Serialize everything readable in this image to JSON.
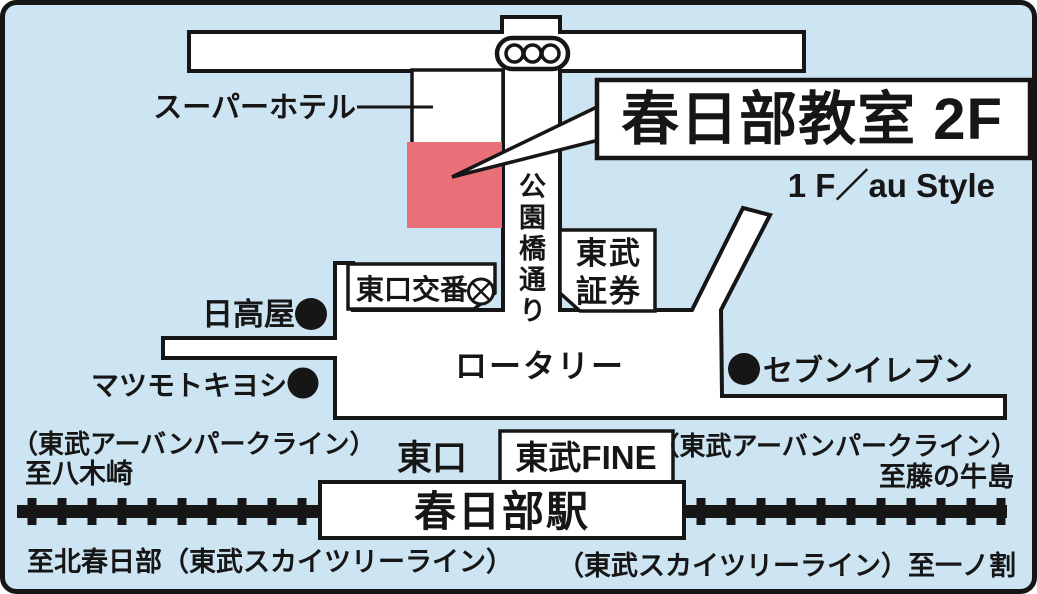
{
  "colors": {
    "background": "#cde4f2",
    "road_fill": "#ffffff",
    "line": "#161616",
    "highlight_red": "#e96f79",
    "classroom_blue": "#1a67b1"
  },
  "destination": {
    "name": "春日部教室 2F",
    "floor_note": "1 F／au Style"
  },
  "landmarks": {
    "super_hotel": "スーパーホテル",
    "police_box": "東口交番",
    "hidakaya": "日高屋",
    "matsumoto_kiyoshi": "マツモトキヨシ",
    "seven_eleven": "セブンイレブン",
    "tobu_securities_top": "東武",
    "tobu_securities_bottom": "証券",
    "tobu_fine": "東武FINE",
    "station": "春日部駅"
  },
  "streets": {
    "park_bridge_street": "公園橋通り",
    "rotary": "ロータリー",
    "east_exit": "東口"
  },
  "railway": {
    "upper_left_line": "（東武アーバンパークライン）",
    "upper_left_dest": "至八木崎",
    "upper_right_line": "（東武アーバンパークライン）",
    "upper_right_dest": "至藤の牛島",
    "lower_left": "至北春日部（東武スカイツリーライン）",
    "lower_right": "（東武スカイツリーライン）至一ノ割"
  },
  "icons": {
    "traffic_light": "three-circle-signal",
    "police_symbol": "crossed-circle",
    "landmark_dot": "black-dot"
  }
}
